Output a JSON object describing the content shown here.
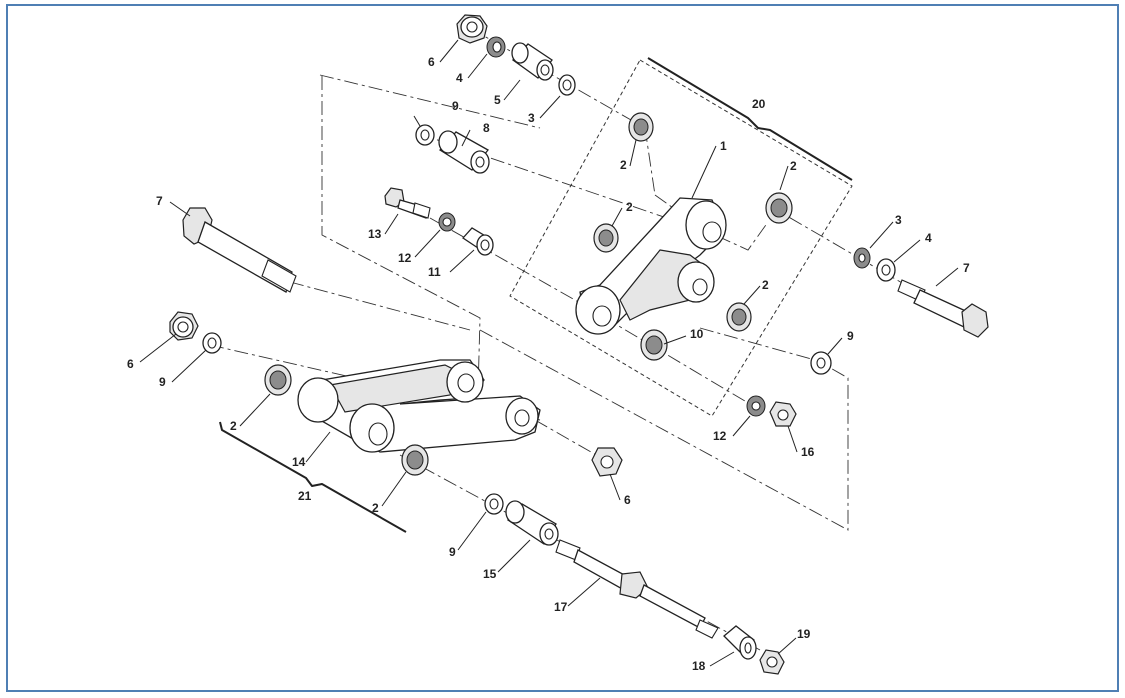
{
  "diagram": {
    "colors": {
      "border": "#4f7fb4",
      "line": "#222222",
      "background": "#ffffff"
    },
    "callouts": [
      {
        "id": "c1",
        "text": "1"
      },
      {
        "id": "c2a",
        "text": "2"
      },
      {
        "id": "c2b",
        "text": "2"
      },
      {
        "id": "c2c",
        "text": "2"
      },
      {
        "id": "c2d",
        "text": "2"
      },
      {
        "id": "c2e",
        "text": "2"
      },
      {
        "id": "c2f",
        "text": "2"
      },
      {
        "id": "c3a",
        "text": "3"
      },
      {
        "id": "c3b",
        "text": "3"
      },
      {
        "id": "c4a",
        "text": "4"
      },
      {
        "id": "c4b",
        "text": "4"
      },
      {
        "id": "c5",
        "text": "5"
      },
      {
        "id": "c6a",
        "text": "6"
      },
      {
        "id": "c6b",
        "text": "6"
      },
      {
        "id": "c6c",
        "text": "6"
      },
      {
        "id": "c7a",
        "text": "7"
      },
      {
        "id": "c7b",
        "text": "7"
      },
      {
        "id": "c8",
        "text": "8"
      },
      {
        "id": "c9a",
        "text": "9"
      },
      {
        "id": "c9b",
        "text": "9"
      },
      {
        "id": "c9c",
        "text": "9"
      },
      {
        "id": "c9d",
        "text": "9"
      },
      {
        "id": "c10",
        "text": "10"
      },
      {
        "id": "c11",
        "text": "11"
      },
      {
        "id": "c12a",
        "text": "12"
      },
      {
        "id": "c12b",
        "text": "12"
      },
      {
        "id": "c13",
        "text": "13"
      },
      {
        "id": "c14",
        "text": "14"
      },
      {
        "id": "c15",
        "text": "15"
      },
      {
        "id": "c16",
        "text": "16"
      },
      {
        "id": "c17",
        "text": "17"
      },
      {
        "id": "c18",
        "text": "18"
      },
      {
        "id": "c19",
        "text": "19"
      },
      {
        "id": "c20",
        "text": "20"
      },
      {
        "id": "c21",
        "text": "21"
      }
    ]
  }
}
